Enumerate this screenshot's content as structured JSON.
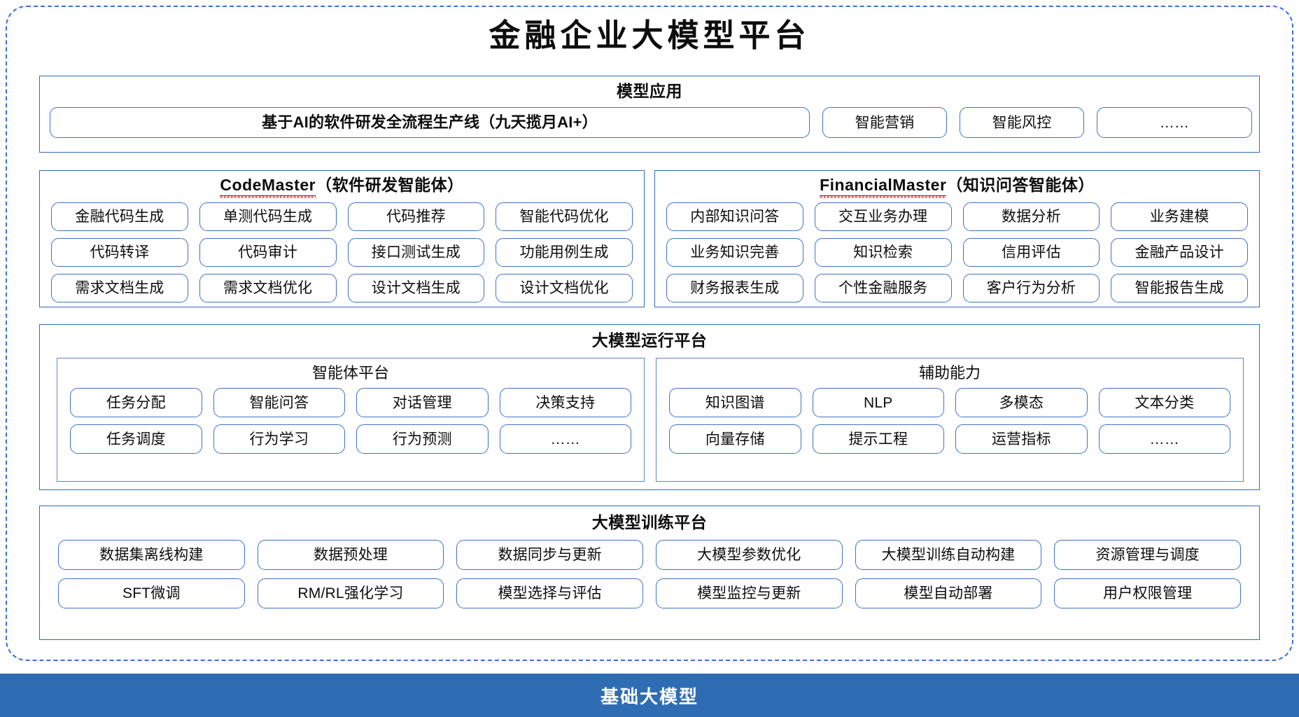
{
  "title": "金融企业大模型平台",
  "sections": {
    "apps": {
      "title": "模型应用",
      "pipeline": "基于AI的软件研发全流程生产线（九天揽月AI+）",
      "items": [
        "智能营销",
        "智能风控",
        "……"
      ]
    },
    "codemaster": {
      "name": "CodeMaster",
      "suffix": "（软件研发智能体）",
      "items": [
        "金融代码生成",
        "单测代码生成",
        "代码推荐",
        "智能代码优化",
        "代码转译",
        "代码审计",
        "接口测试生成",
        "功能用例生成",
        "需求文档生成",
        "需求文档优化",
        "设计文档生成",
        "设计文档优化"
      ]
    },
    "financialmaster": {
      "name": "FinancialMaster",
      "suffix": "（知识问答智能体）",
      "items": [
        "内部知识问答",
        "交互业务办理",
        "数据分析",
        "业务建模",
        "业务知识完善",
        "知识检索",
        "信用评估",
        "金融产品设计",
        "财务报表生成",
        "个性金融服务",
        "客户行为分析",
        "智能报告生成"
      ]
    },
    "runtime": {
      "title": "大模型运行平台",
      "agent_platform": {
        "title": "智能体平台",
        "items": [
          "任务分配",
          "智能问答",
          "对话管理",
          "决策支持",
          "任务调度",
          "行为学习",
          "行为预测",
          "……"
        ]
      },
      "aux": {
        "title": "辅助能力",
        "items": [
          "知识图谱",
          "NLP",
          "多模态",
          "文本分类",
          "向量存储",
          "提示工程",
          "运营指标",
          "……"
        ]
      }
    },
    "training": {
      "title": "大模型训练平台",
      "items": [
        "数据集离线构建",
        "数据预处理",
        "数据同步与更新",
        "大模型参数优化",
        "大模型训练自动构建",
        "资源管理与调度",
        "SFT微调",
        "RM/RL强化学习",
        "模型选择与评估",
        "模型监控与更新",
        "模型自动部署",
        "用户权限管理"
      ]
    },
    "base": {
      "label": "基础大模型"
    }
  },
  "colors": {
    "accent_blue": "#2E6DB4",
    "chip_border": "#3E72C4",
    "dashed_frame": "#3A6FD8",
    "spellcheck_red": "#e02020",
    "text": "#0d0d0d",
    "base_bar_text": "#ffffff"
  }
}
